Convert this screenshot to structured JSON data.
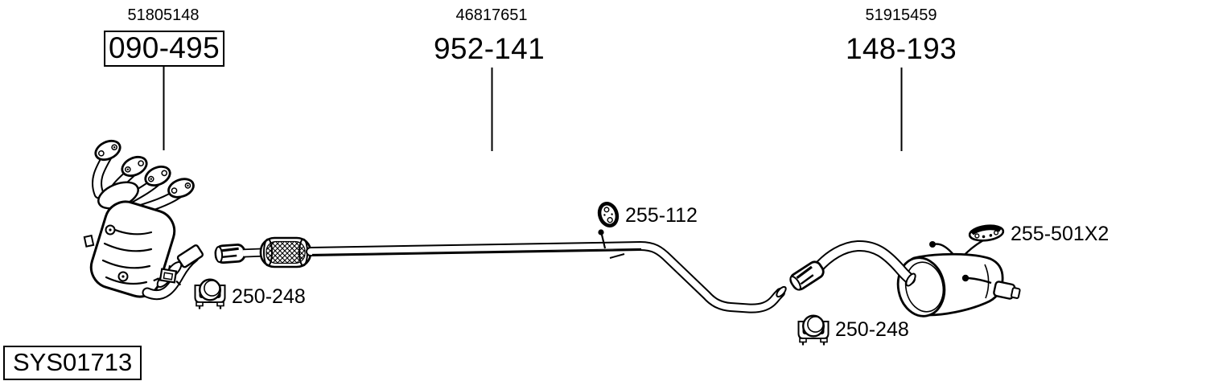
{
  "colors": {
    "background": "#ffffff",
    "line": "#000000"
  },
  "system_code": {
    "label": "SYS01713"
  },
  "part_groups": [
    {
      "oe_number": "51805148",
      "part_number": "090-495",
      "highlighted": true,
      "drawing": "front-pipe-catalyst"
    },
    {
      "oe_number": "46817651",
      "part_number": "952-141",
      "highlighted": false,
      "drawing": "center-pipe"
    },
    {
      "oe_number": "51915459",
      "part_number": "148-193",
      "highlighted": false,
      "drawing": "rear-muffler"
    }
  ],
  "mounting_parts": [
    {
      "part_number": "250-248",
      "icon": "pipe-clamp-icon"
    },
    {
      "part_number": "255-112",
      "icon": "rubber-hanger-icon"
    },
    {
      "part_number": "255-501X2",
      "icon": "rubber-strap-hanger-icon"
    },
    {
      "part_number": "250-248",
      "icon": "pipe-clamp-icon"
    }
  ]
}
